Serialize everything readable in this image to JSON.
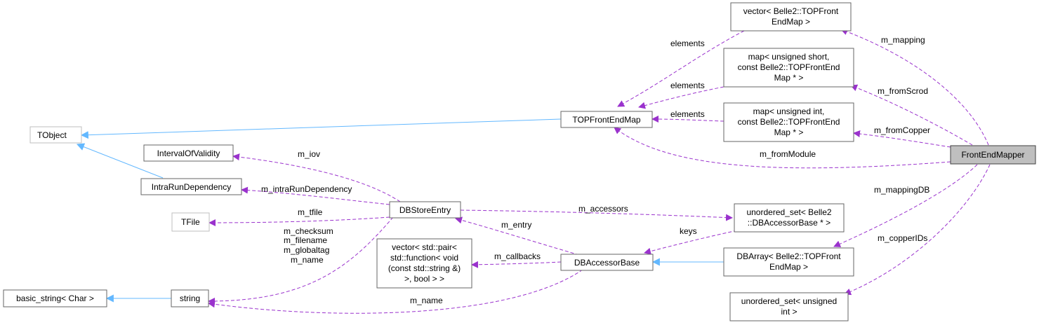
{
  "colors": {
    "inheritance": "#63b8ff",
    "member": "#9a32cd",
    "node_border": "#666666",
    "node_border_grey": "#bfbfbf",
    "highlight_fill": "#bfbfbf"
  },
  "nodes": {
    "vector_topfront": [
      "vector< Belle2::TOPFront",
      "EndMap >"
    ],
    "map_ushort": [
      "map< unsigned short,",
      "const Belle2::TOPFrontEnd",
      "Map * >"
    ],
    "map_uint": [
      "map< unsigned int,",
      "const Belle2::TOPFrontEnd",
      "Map * >"
    ],
    "topfrontendmap": [
      "TOPFrontEndMap"
    ],
    "tobject": [
      "TObject"
    ],
    "iov": [
      "IntervalOfValidity"
    ],
    "intrarun": [
      "IntraRunDependency"
    ],
    "tfile": [
      "TFile"
    ],
    "dbstoreentry": [
      "DBStoreEntry"
    ],
    "unordered_set_dbaccessor": [
      "unordered_set< Belle2",
      "::DBAccessorBase * >"
    ],
    "vector_callbacks": [
      "vector< std::pair<",
      "std::function< void",
      "(const std::string &)",
      ">, bool > >"
    ],
    "dbaccessorbase": [
      "DBAccessorBase"
    ],
    "dbarray": [
      "DBArray< Belle2::TOPFront",
      "EndMap >"
    ],
    "frontendmapper": [
      "FrontEndMapper"
    ],
    "basic_string": [
      "basic_string< Char >"
    ],
    "string": [
      "string"
    ],
    "unordered_set_uint": [
      "unordered_set< unsigned",
      "int >"
    ]
  },
  "edge_labels": {
    "elements_1": "elements",
    "elements_2": "elements",
    "elements_3": "elements",
    "m_mapping": "m_mapping",
    "m_fromScrod": "m_fromScrod",
    "m_fromCopper": "m_fromCopper",
    "m_fromModule": "m_fromModule",
    "m_mappingDB": "m_mappingDB",
    "m_copperIDs": "m_copperIDs",
    "m_iov": "m_iov",
    "m_intraRunDependency": "m_intraRunDependency",
    "m_tfile": "m_tfile",
    "m_accessors": "m_accessors",
    "keys": "keys",
    "m_entry": "m_entry",
    "m_callbacks": "m_callbacks",
    "m_name_bottom": "m_name",
    "string_members": [
      "m_checksum",
      "m_filename",
      "m_globaltag",
      "m_name"
    ]
  }
}
